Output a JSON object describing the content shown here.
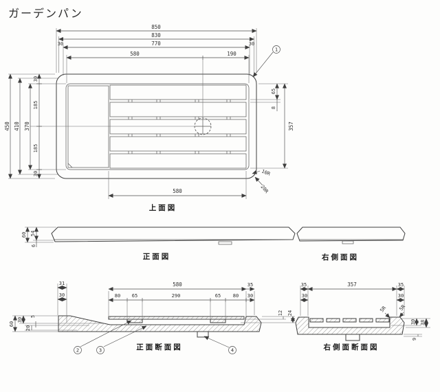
{
  "title": "ガーデンパン",
  "labels": {
    "top_view": "上面図",
    "front_view": "正面図",
    "right_view": "右側面図",
    "front_section": "正面断面図",
    "right_section": "右側面断面図"
  },
  "callouts": {
    "c1": "1",
    "c2": "2",
    "c3": "3",
    "c4": "4"
  },
  "dims": {
    "top": {
      "w850": "850",
      "w830": "830",
      "w770": "770",
      "w580": "580",
      "w190": "190",
      "edge30": "30",
      "h450": "450",
      "h410": "410",
      "h370": "370",
      "h185": "185",
      "slat65": "65",
      "gap8": "8",
      "inner357": "357",
      "r10": "10R",
      "r20": "20R",
      "bottom580": "580"
    },
    "front": {
      "h60": "60",
      "h54": "54",
      "h6": "6"
    },
    "front_section": {
      "d31": "31",
      "d30": "30",
      "d580": "580",
      "d80": "80",
      "d65": "65",
      "d290": "290",
      "d35": "35",
      "d12": "12",
      "d24": "24",
      "d60": "60",
      "d5": "5",
      "d20": "20"
    },
    "right_section": {
      "d35": "35",
      "d357": "357",
      "d30": "30",
      "r5": "5R",
      "d38": "38",
      "d9": "9"
    }
  },
  "colors": {
    "line": "#3e3e3e",
    "background": "#fdfdfc"
  }
}
